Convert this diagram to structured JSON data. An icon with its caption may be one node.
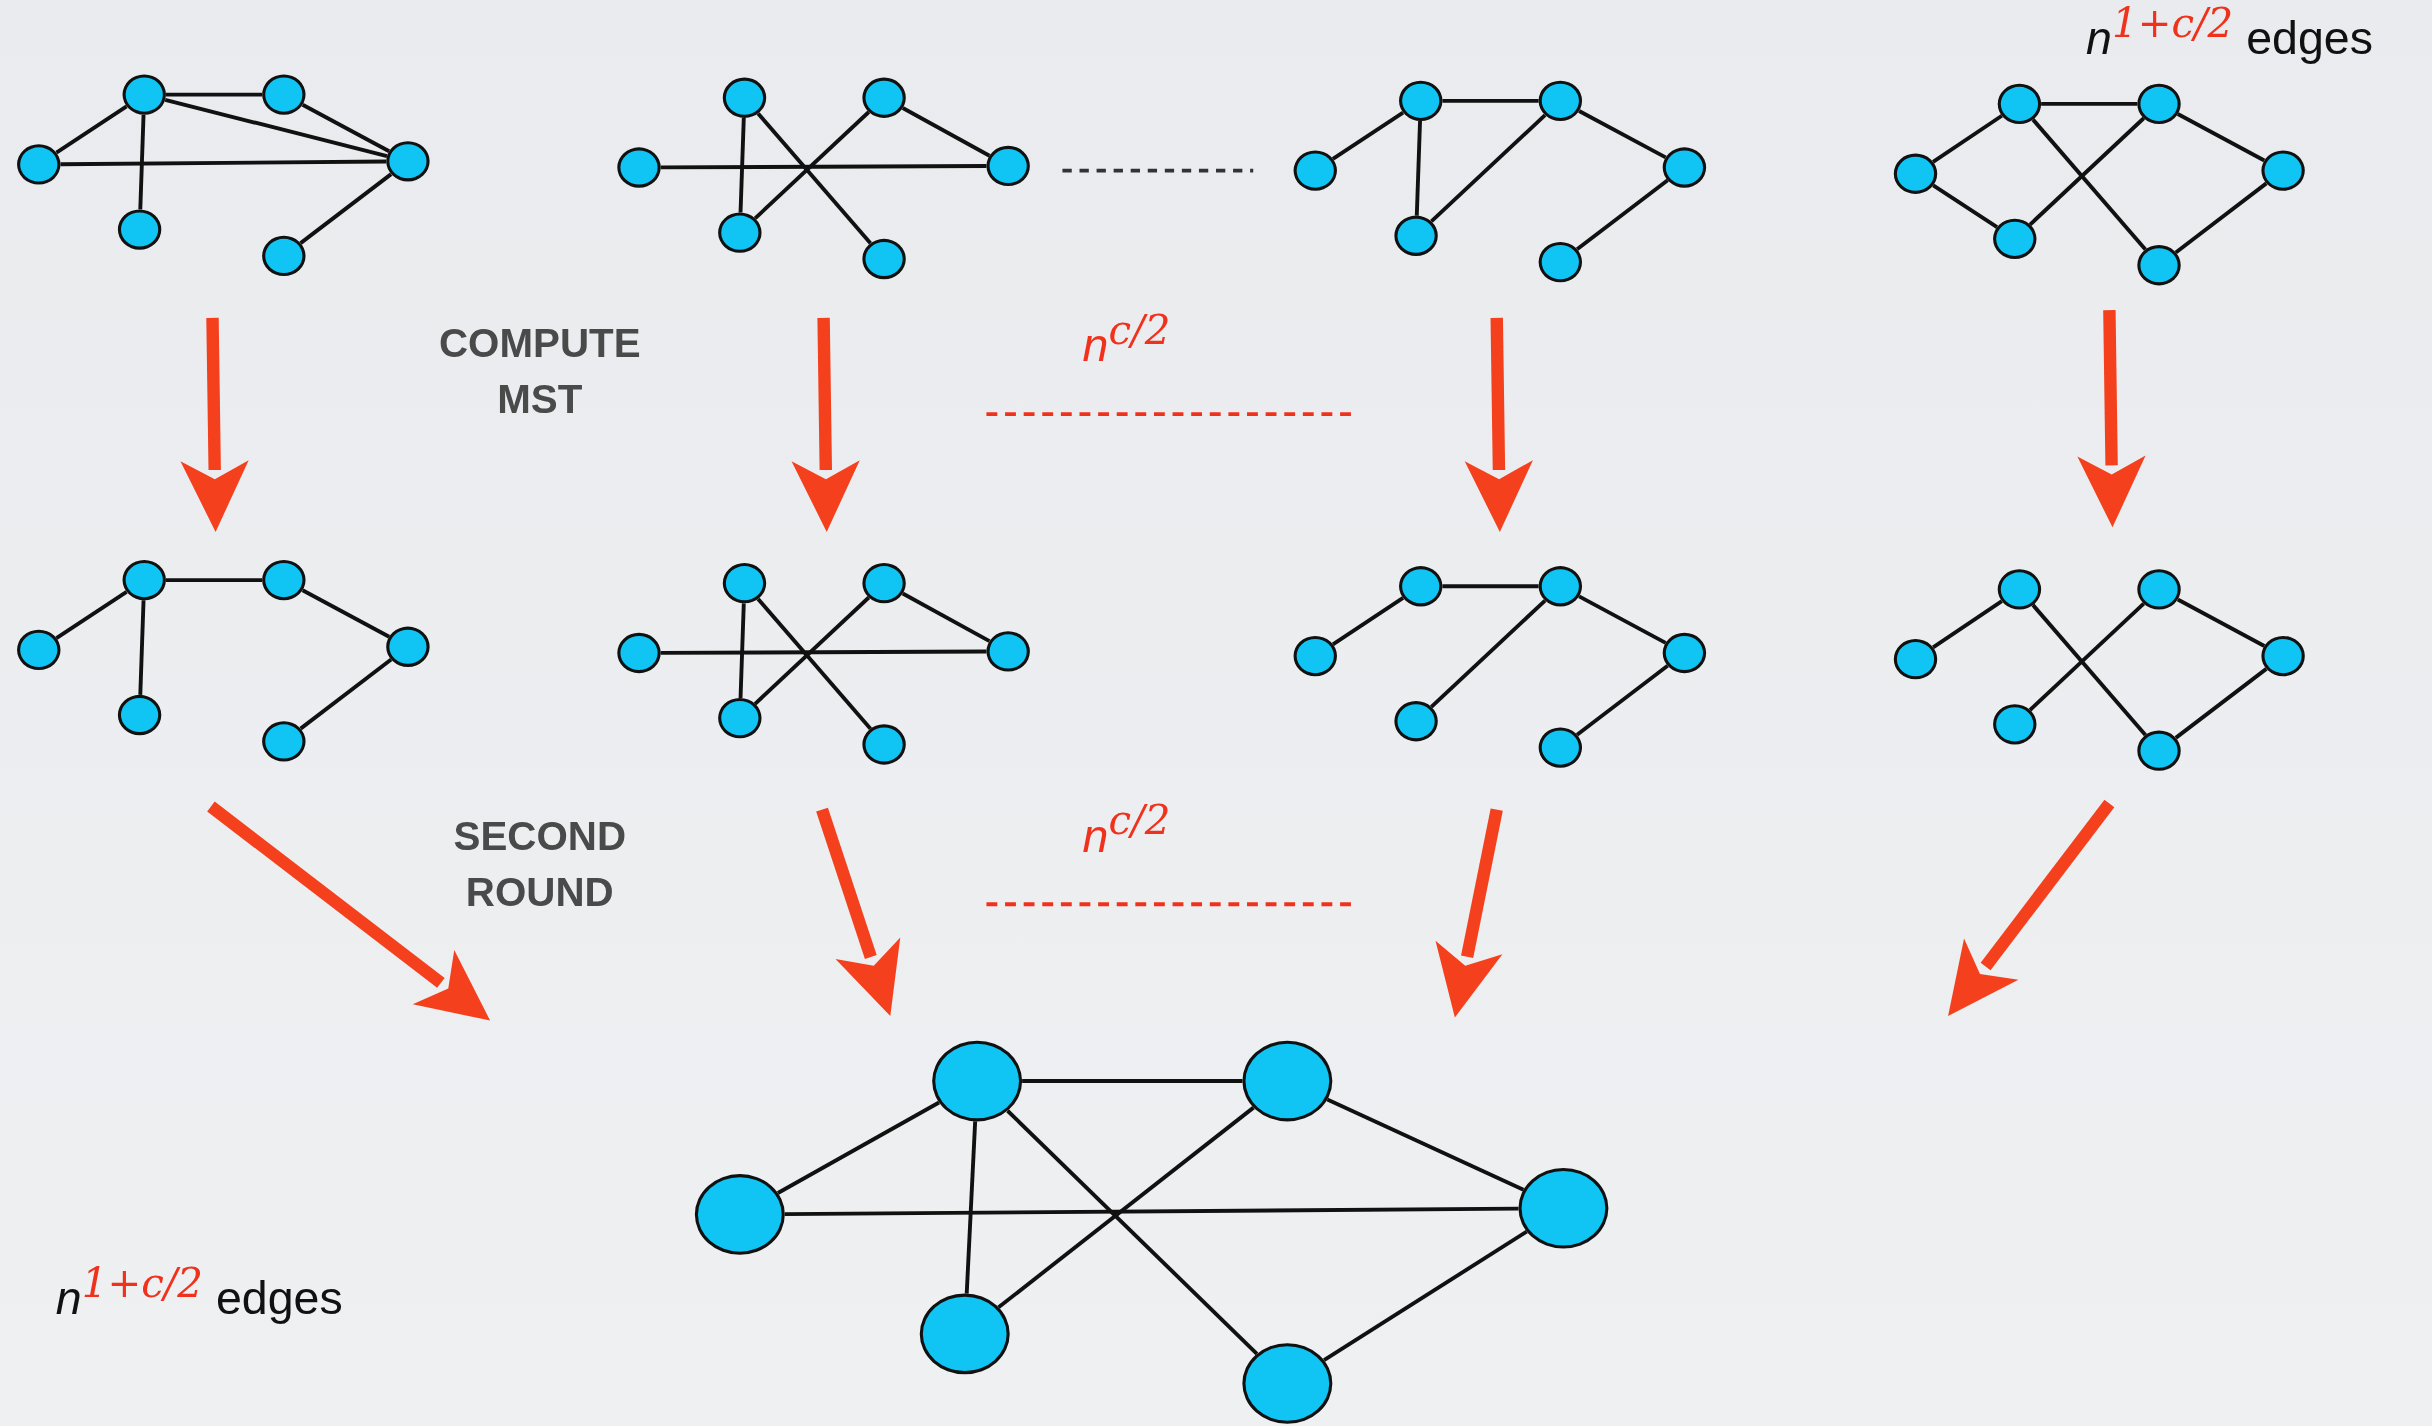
{
  "diagram": {
    "nodes": [
      {
        "text": [],
        "shape": "circle"
      },
      {
        "text": [],
        "shape": "circle"
      },
      {
        "text": [],
        "shape": "circle"
      },
      {
        "text": [],
        "shape": "circle"
      },
      {
        "text": [],
        "shape": "circle"
      },
      {
        "text": [],
        "shape": "circle"
      },
      {
        "text": [],
        "shape": "circle"
      },
      {
        "text": [],
        "shape": "circle"
      },
      {
        "text": [],
        "shape": "circle"
      },
      {
        "text": [],
        "shape": "circle"
      },
      {
        "text": [],
        "shape": "circle"
      },
      {
        "text": [],
        "shape": "circle"
      },
      {
        "text": [],
        "shape": "circle"
      },
      {
        "text": [],
        "shape": "circle"
      },
      {
        "text": [],
        "shape": "circle"
      },
      {
        "text": [],
        "shape": "circle"
      },
      {
        "text": [],
        "shape": "circle"
      },
      {
        "text": [],
        "shape": "circle"
      },
      {
        "text": [],
        "shape": "circle"
      },
      {
        "text": [],
        "shape": "circle"
      },
      {
        "text": [],
        "shape": "circle"
      },
      {
        "text": [],
        "shape": "circle"
      },
      {
        "text": [],
        "shape": "circle"
      },
      {
        "text": [],
        "shape": "circle"
      },
      {
        "text": [],
        "shape": "circle"
      },
      {
        "text": [],
        "shape": "circle"
      },
      {
        "text": [],
        "shape": "circle"
      },
      {
        "text": [],
        "shape": "circle"
      },
      {
        "text": [],
        "shape": "circle"
      },
      {
        "text": [],
        "shape": "circle"
      },
      {
        "text": [],
        "shape": "circle"
      },
      {
        "text": [],
        "shape": "circle"
      },
      {
        "text": [],
        "shape": "circle"
      },
      {
        "text": [],
        "shape": "circle"
      },
      {
        "text": [],
        "shape": "circle"
      },
      {
        "text": [],
        "shape": "circle"
      },
      {
        "text": [],
        "shape": "circle"
      },
      {
        "text": [],
        "shape": "circle"
      },
      {
        "text": [],
        "shape": "circle"
      },
      {
        "text": [],
        "shape": "circle"
      },
      {
        "text": [],
        "shape": "circle"
      },
      {
        "text": [],
        "shape": "circle"
      },
      {
        "text": [],
        "shape": "circle"
      },
      {
        "text": [],
        "shape": "circle"
      },
      {
        "text": [],
        "shape": "circle"
      },
      {
        "text": [],
        "shape": "circle"
      },
      {
        "text": [],
        "shape": "circle"
      },
      {
        "text": [],
        "shape": "circle"
      },
      {
        "text": [],
        "shape": "circle"
      },
      {
        "text": [],
        "shape": "circle"
      },
      {
        "text": [],
        "shape": "circle"
      },
      {
        "text": [],
        "shape": "circle"
      },
      {
        "text": [],
        "shape": "circle"
      },
      {
        "text": [],
        "shape": "circle"
      }
    ],
    "edges": [
      {
        "from": 0,
        "to": 1,
        "arrow": "none"
      },
      {
        "from": 1,
        "to": 2,
        "arrow": "none"
      },
      {
        "from": 1,
        "to": 3,
        "arrow": "none"
      },
      {
        "from": 2,
        "to": 3,
        "arrow": "none"
      },
      {
        "from": 0,
        "to": 3,
        "arrow": "none"
      },
      {
        "from": 1,
        "to": 4,
        "arrow": "none"
      },
      {
        "from": 3,
        "to": 5,
        "arrow": "none"
      },
      {
        "from": 6,
        "to": 9,
        "arrow": "none"
      },
      {
        "from": 7,
        "to": 10,
        "arrow": "none"
      },
      {
        "from": 7,
        "to": 11,
        "arrow": "none"
      },
      {
        "from": 10,
        "to": 8,
        "arrow": "none"
      },
      {
        "from": 8,
        "to": 9,
        "arrow": "none"
      },
      {
        "from": 12,
        "to": 13,
        "arrow": "none"
      },
      {
        "from": 13,
        "to": 14,
        "arrow": "none"
      },
      {
        "from": 13,
        "to": 16,
        "arrow": "none"
      },
      {
        "from": 16,
        "to": 14,
        "arrow": "none"
      },
      {
        "from": 14,
        "to": 15,
        "arrow": "none"
      },
      {
        "from": 15,
        "to": 17,
        "arrow": "none"
      },
      {
        "from": 18,
        "to": 19,
        "arrow": "none"
      },
      {
        "from": 18,
        "to": 22,
        "arrow": "none"
      },
      {
        "from": 19,
        "to": 20,
        "arrow": "none"
      },
      {
        "from": 19,
        "to": 23,
        "arrow": "none"
      },
      {
        "from": 22,
        "to": 20,
        "arrow": "none"
      },
      {
        "from": 20,
        "to": 21,
        "arrow": "none"
      },
      {
        "from": 21,
        "to": 23,
        "arrow": "none"
      },
      {
        "from": 24,
        "to": 25,
        "arrow": "none"
      },
      {
        "from": 25,
        "to": 26,
        "arrow": "none"
      },
      {
        "from": 26,
        "to": 27,
        "arrow": "none"
      },
      {
        "from": 25,
        "to": 28,
        "arrow": "none"
      },
      {
        "from": 27,
        "to": 29,
        "arrow": "none"
      },
      {
        "from": 30,
        "to": 33,
        "arrow": "none"
      },
      {
        "from": 31,
        "to": 34,
        "arrow": "none"
      },
      {
        "from": 31,
        "to": 35,
        "arrow": "none"
      },
      {
        "from": 34,
        "to": 32,
        "arrow": "none"
      },
      {
        "from": 32,
        "to": 33,
        "arrow": "none"
      },
      {
        "from": 36,
        "to": 37,
        "arrow": "none"
      },
      {
        "from": 37,
        "to": 38,
        "arrow": "none"
      },
      {
        "from": 40,
        "to": 38,
        "arrow": "none"
      },
      {
        "from": 38,
        "to": 39,
        "arrow": "none"
      },
      {
        "from": 39,
        "to": 41,
        "arrow": "none"
      },
      {
        "from": 42,
        "to": 43,
        "arrow": "none"
      },
      {
        "from": 43,
        "to": 47,
        "arrow": "none"
      },
      {
        "from": 46,
        "to": 44,
        "arrow": "none"
      },
      {
        "from": 44,
        "to": 45,
        "arrow": "none"
      },
      {
        "from": 45,
        "to": 47,
        "arrow": "none"
      },
      {
        "from": 48,
        "to": 49,
        "arrow": "none"
      },
      {
        "from": 49,
        "to": 50,
        "arrow": "none"
      },
      {
        "from": 48,
        "to": 51,
        "arrow": "none"
      },
      {
        "from": 49,
        "to": 52,
        "arrow": "none"
      },
      {
        "from": 49,
        "to": 53,
        "arrow": "none"
      },
      {
        "from": 52,
        "to": 50,
        "arrow": "none"
      },
      {
        "from": 50,
        "to": 51,
        "arrow": "none"
      },
      {
        "from": 51,
        "to": 53,
        "arrow": "none"
      }
    ],
    "labels": [
      "*n*$^{1+c/2}$ edges",
      "COMPUTE MST",
      "*n*$^{c/2}$",
      "SECOND ROUND",
      "*n*$^{c/2}$",
      "*n*$^{1+c/2}$ edges"
    ]
  }
}
